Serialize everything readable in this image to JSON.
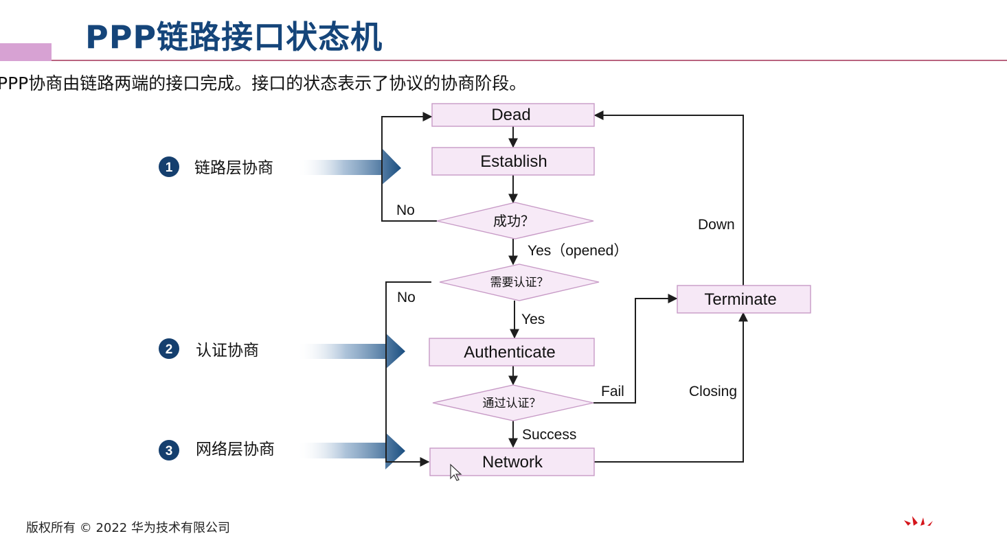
{
  "slide": {
    "title": "PPP链路接口状态机",
    "subtitle": "PPP协商由链路两端的接口完成。接口的状态表示了协议的协商阶段。",
    "footer": "版权所有 © 2022 华为技术有限公司"
  },
  "colors": {
    "title": "#15457a",
    "accent_bar": "#d7a2d3",
    "rule": "#b9647f",
    "node_fill": "#f6e8f6",
    "node_border": "#c79ac6",
    "phase_arrow": "#1a4e80",
    "phase_badge": "#153f6e"
  },
  "phases": [
    {
      "number": "1",
      "label": "链路层协商"
    },
    {
      "number": "2",
      "label": "认证协商"
    },
    {
      "number": "3",
      "label": "网络层协商"
    }
  ],
  "nodes": {
    "dead": "Dead",
    "establish": "Establish",
    "success_check": "成功？",
    "auth_required": "需要认证？",
    "authenticate": "Authenticate",
    "auth_pass": "通过认证？",
    "network": "Network",
    "terminate": "Terminate"
  },
  "edges": {
    "no_1": "No",
    "yes_opened": "Yes（opened）",
    "no_2": "No",
    "yes": "Yes",
    "fail": "Fail",
    "success": "Success",
    "closing": "Closing",
    "down": "Down"
  }
}
